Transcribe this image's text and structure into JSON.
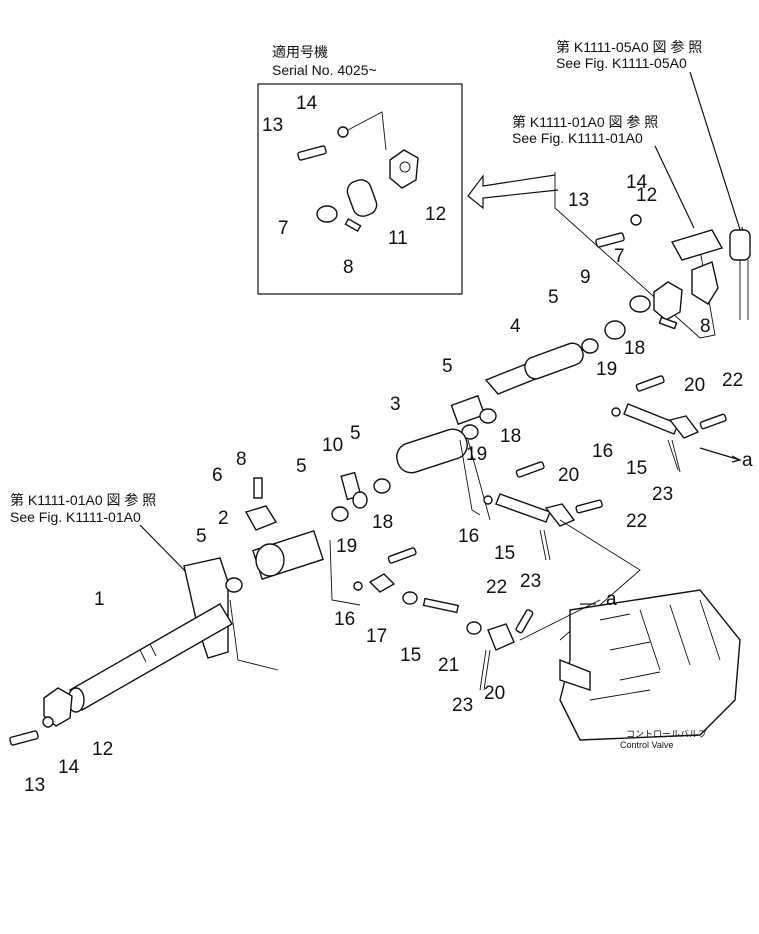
{
  "inset": {
    "title_jp": "適用号機",
    "title_en": "Serial No. 4025~"
  },
  "refs": [
    {
      "jp": "第 K1111-05A0 図 参 照",
      "en": "See Fig. K1111-05A0"
    },
    {
      "jp": "第 K1111-01A0 図 参 照",
      "en": "See Fig. K1111-01A0"
    },
    {
      "jp": "第 K1111-01A0 図 参 照",
      "en": "See Fig. K1111-01A0"
    }
  ],
  "control_valve": {
    "jp": "コントロールバルブ",
    "en": "Control Valve"
  },
  "arrow_labels": [
    "a",
    "a"
  ],
  "parts": [
    "14",
    "13",
    "12",
    "11",
    "7",
    "8",
    "14",
    "13",
    "12",
    "9",
    "7",
    "8",
    "5",
    "4",
    "18",
    "19",
    "20",
    "22",
    "16",
    "15",
    "23",
    "5",
    "3",
    "18",
    "19",
    "20",
    "16",
    "15",
    "22",
    "23",
    "10",
    "5",
    "8",
    "6",
    "5",
    "2",
    "18",
    "19",
    "16",
    "17",
    "15",
    "22",
    "21",
    "20",
    "23",
    "5",
    "1",
    "12",
    "14",
    "13"
  ]
}
